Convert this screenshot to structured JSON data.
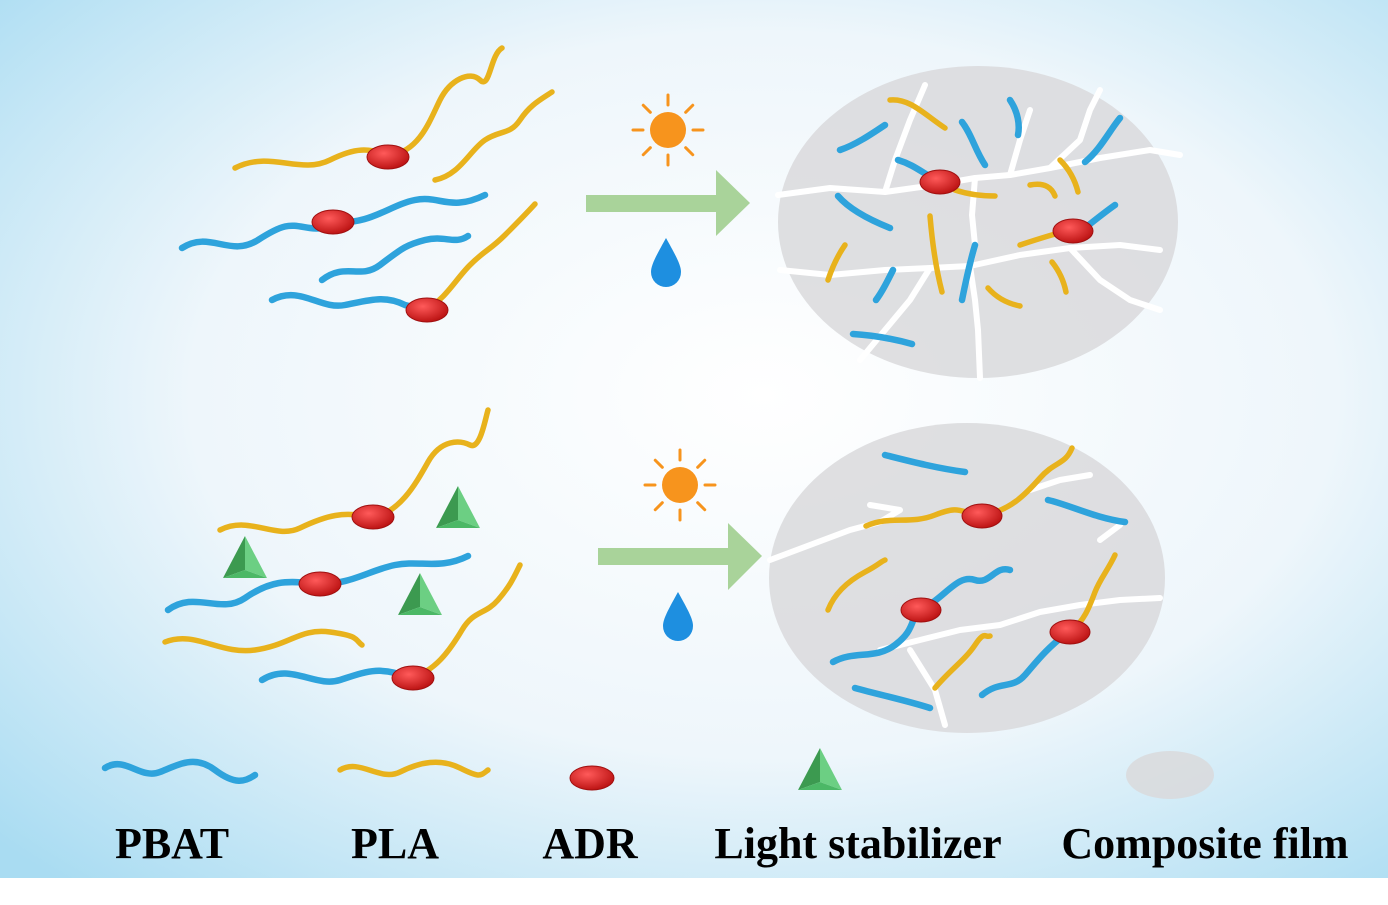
{
  "colors": {
    "pbat": "#2ea3dc",
    "pla": "#e8b21c",
    "adr": "#d81f1f",
    "stabilizer": "#4cb866",
    "film": "#d9d9dc",
    "arrow": "#a9d39a",
    "sun": "#f7941d",
    "water": "#1e8fe0",
    "background_edge": "#a9dcf2"
  },
  "icons": {
    "sun": "sun-icon",
    "water": "water-drop-icon",
    "arrow": "right-arrow-icon"
  },
  "rows": [
    {
      "name": "without-light-stabilizer",
      "stabilizer": false,
      "degradation": "heavy"
    },
    {
      "name": "with-light-stabilizer",
      "stabilizer": true,
      "degradation": "mild"
    }
  ],
  "legend": {
    "pbat": "PBAT",
    "pla": "PLA",
    "adr": "ADR",
    "stabilizer": "Light stabilizer",
    "film": "Composite film"
  }
}
